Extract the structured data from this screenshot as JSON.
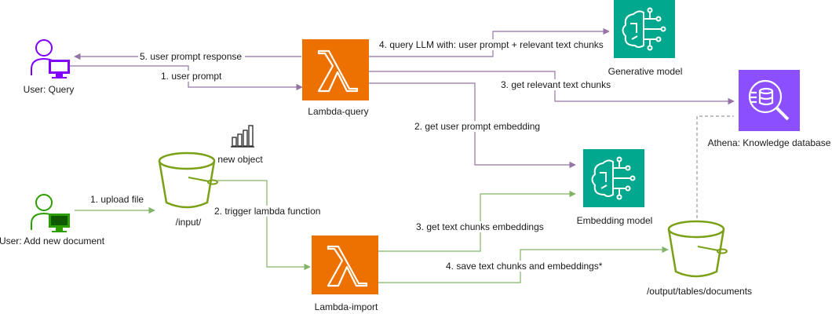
{
  "nodes": {
    "user_query": "User: Query",
    "user_add": "User: Add new document",
    "lambda_query": "Lambda-query",
    "lambda_import": "Lambda-import",
    "generative_model": "Generative model",
    "embedding_model": "Embedding model",
    "athena": "Athena: Knowledge database",
    "input_bucket": "/input/",
    "output_bucket": "/output/tables/documents",
    "new_object": "new object"
  },
  "edges": {
    "user_prompt": "1. user prompt",
    "response": "5. user prompt response",
    "query_llm": "4. query LLM with: user prompt + relevant text chunks",
    "relevant_chunks": "3. get relevant text chunks",
    "prompt_embedding": "2. get user prompt embedding",
    "upload_file": "1. upload file",
    "trigger_lambda": "2. trigger lambda function",
    "chunks_embeddings": "3. get text chunks embeddings",
    "save_chunks": "4. save text chunks and embeddings*"
  },
  "colors": {
    "lambda": "#ED7100",
    "ml": "#01A88D",
    "athena": "#8C4FFF",
    "purple_edge": "#9673A6",
    "green_edge": "#82B366",
    "bucket": "#7AA116",
    "user_query": "#7F00FF",
    "user_add": "#2D9E00",
    "dashed": "#999999"
  }
}
